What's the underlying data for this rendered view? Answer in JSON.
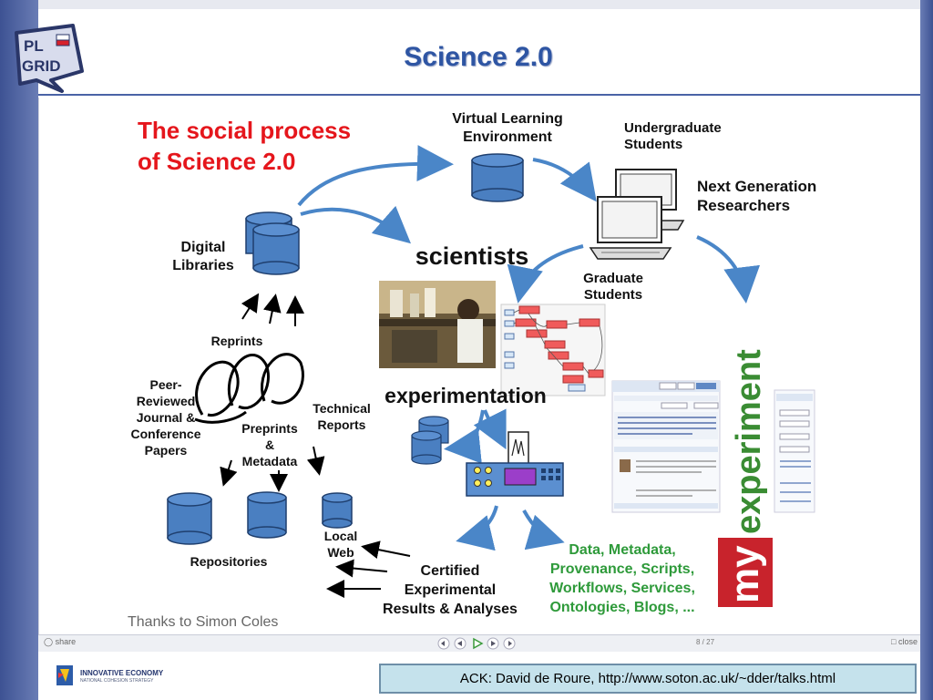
{
  "slide": {
    "title": "Science 2.0",
    "logo_text_line1": "PL",
    "logo_text_line2": "GRID",
    "heading_line1": "The social process",
    "heading_line2": "of Science 2.0",
    "thanks": "Thanks to Simon Coles"
  },
  "diagram": {
    "vle_line1": "Virtual Learning",
    "vle_line2": "Environment",
    "undergrad_line1": "Undergraduate",
    "undergrad_line2": "Students",
    "nextgen_line1": "Next Generation",
    "nextgen_line2": "Researchers",
    "digital_line1": "Digital",
    "digital_line2": "Libraries",
    "scientists": "scientists",
    "graduate_line1": "Graduate",
    "graduate_line2": "Students",
    "reprints": "Reprints",
    "peer_line1": "Peer-",
    "peer_line2": "Reviewed",
    "peer_line3": "Journal &",
    "peer_line4": "Conference",
    "peer_line5": "Papers",
    "technical_line1": "Technical",
    "technical_line2": "Reports",
    "preprints_line1": "Preprints",
    "preprints_line2": "&",
    "preprints_line3": "Metadata",
    "experimentation": "experimentation",
    "repositories": "Repositories",
    "local_line1": "Local",
    "local_line2": "Web",
    "certified_line1": "Certified",
    "certified_line2": "Experimental",
    "certified_line3": "Results & Analyses",
    "data_line1": "Data, Metadata,",
    "data_line2": "Provenance, Scripts,",
    "data_line3": "Workflows, Services,",
    "data_line4": "Ontologies, Blogs, ...",
    "myexp_my": "my",
    "myexp_experiment": "experiment"
  },
  "viewer": {
    "share_label": "share",
    "page_counter": "8 / 27",
    "close_label": "close"
  },
  "footer": {
    "innovative_line1": "INNOVATIVE ECONOMY",
    "innovative_line2": "NATIONAL COHESION STRATEGY",
    "ack": "ACK: David de Roure, http://www.soton.ac.uk/~dder/talks.html"
  },
  "colors": {
    "frame_blue": "#3d5293",
    "title_blue": "#2e55a3",
    "heading_red": "#e5161c",
    "cylinder_blue": "#4a7fc1",
    "arrow_blue": "#4a86c8",
    "green_text": "#2e9a3a",
    "myexp_red": "#c8232c",
    "myexp_green": "#3a8c33",
    "ack_bg": "#c5e2ec"
  },
  "icons": [
    "pl-grid-logo",
    "database-cylinder-icon",
    "computer-icon",
    "share-icon",
    "close-icon",
    "innovative-economy-logo"
  ]
}
